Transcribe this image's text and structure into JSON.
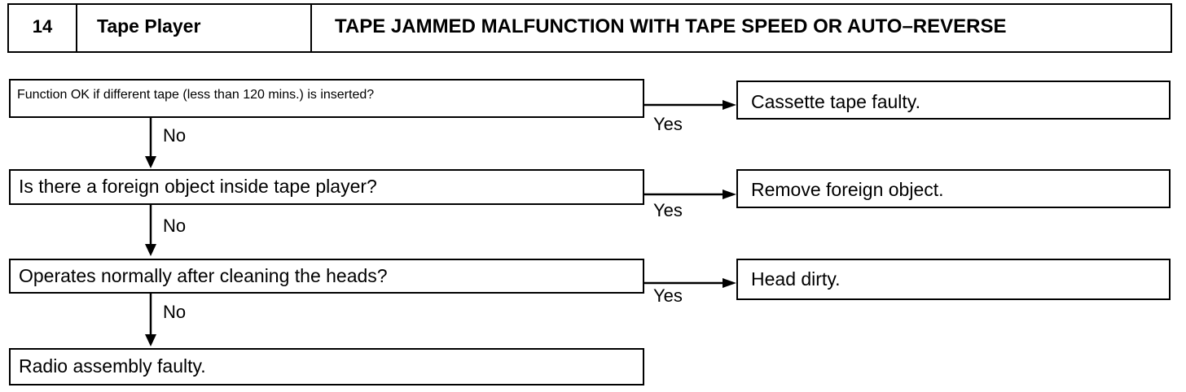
{
  "header": {
    "number": "14",
    "category": "Tape Player",
    "title": "TAPE JAMMED MALFUNCTION WITH TAPE SPEED OR AUTO–REVERSE"
  },
  "steps": [
    {
      "question": "Function OK if different tape (less than 120 mins.) is inserted?",
      "yes_label": "Yes",
      "yes_result": "Cassette tape faulty.",
      "no_label": "No"
    },
    {
      "question": "Is there a foreign object inside tape player?",
      "yes_label": "Yes",
      "yes_result": "Remove foreign object.",
      "no_label": "No"
    },
    {
      "question": "Operates normally after cleaning the heads?",
      "yes_label": "Yes",
      "yes_result": "Head dirty.",
      "no_label": "No"
    }
  ],
  "final_result": "Radio assembly faulty."
}
